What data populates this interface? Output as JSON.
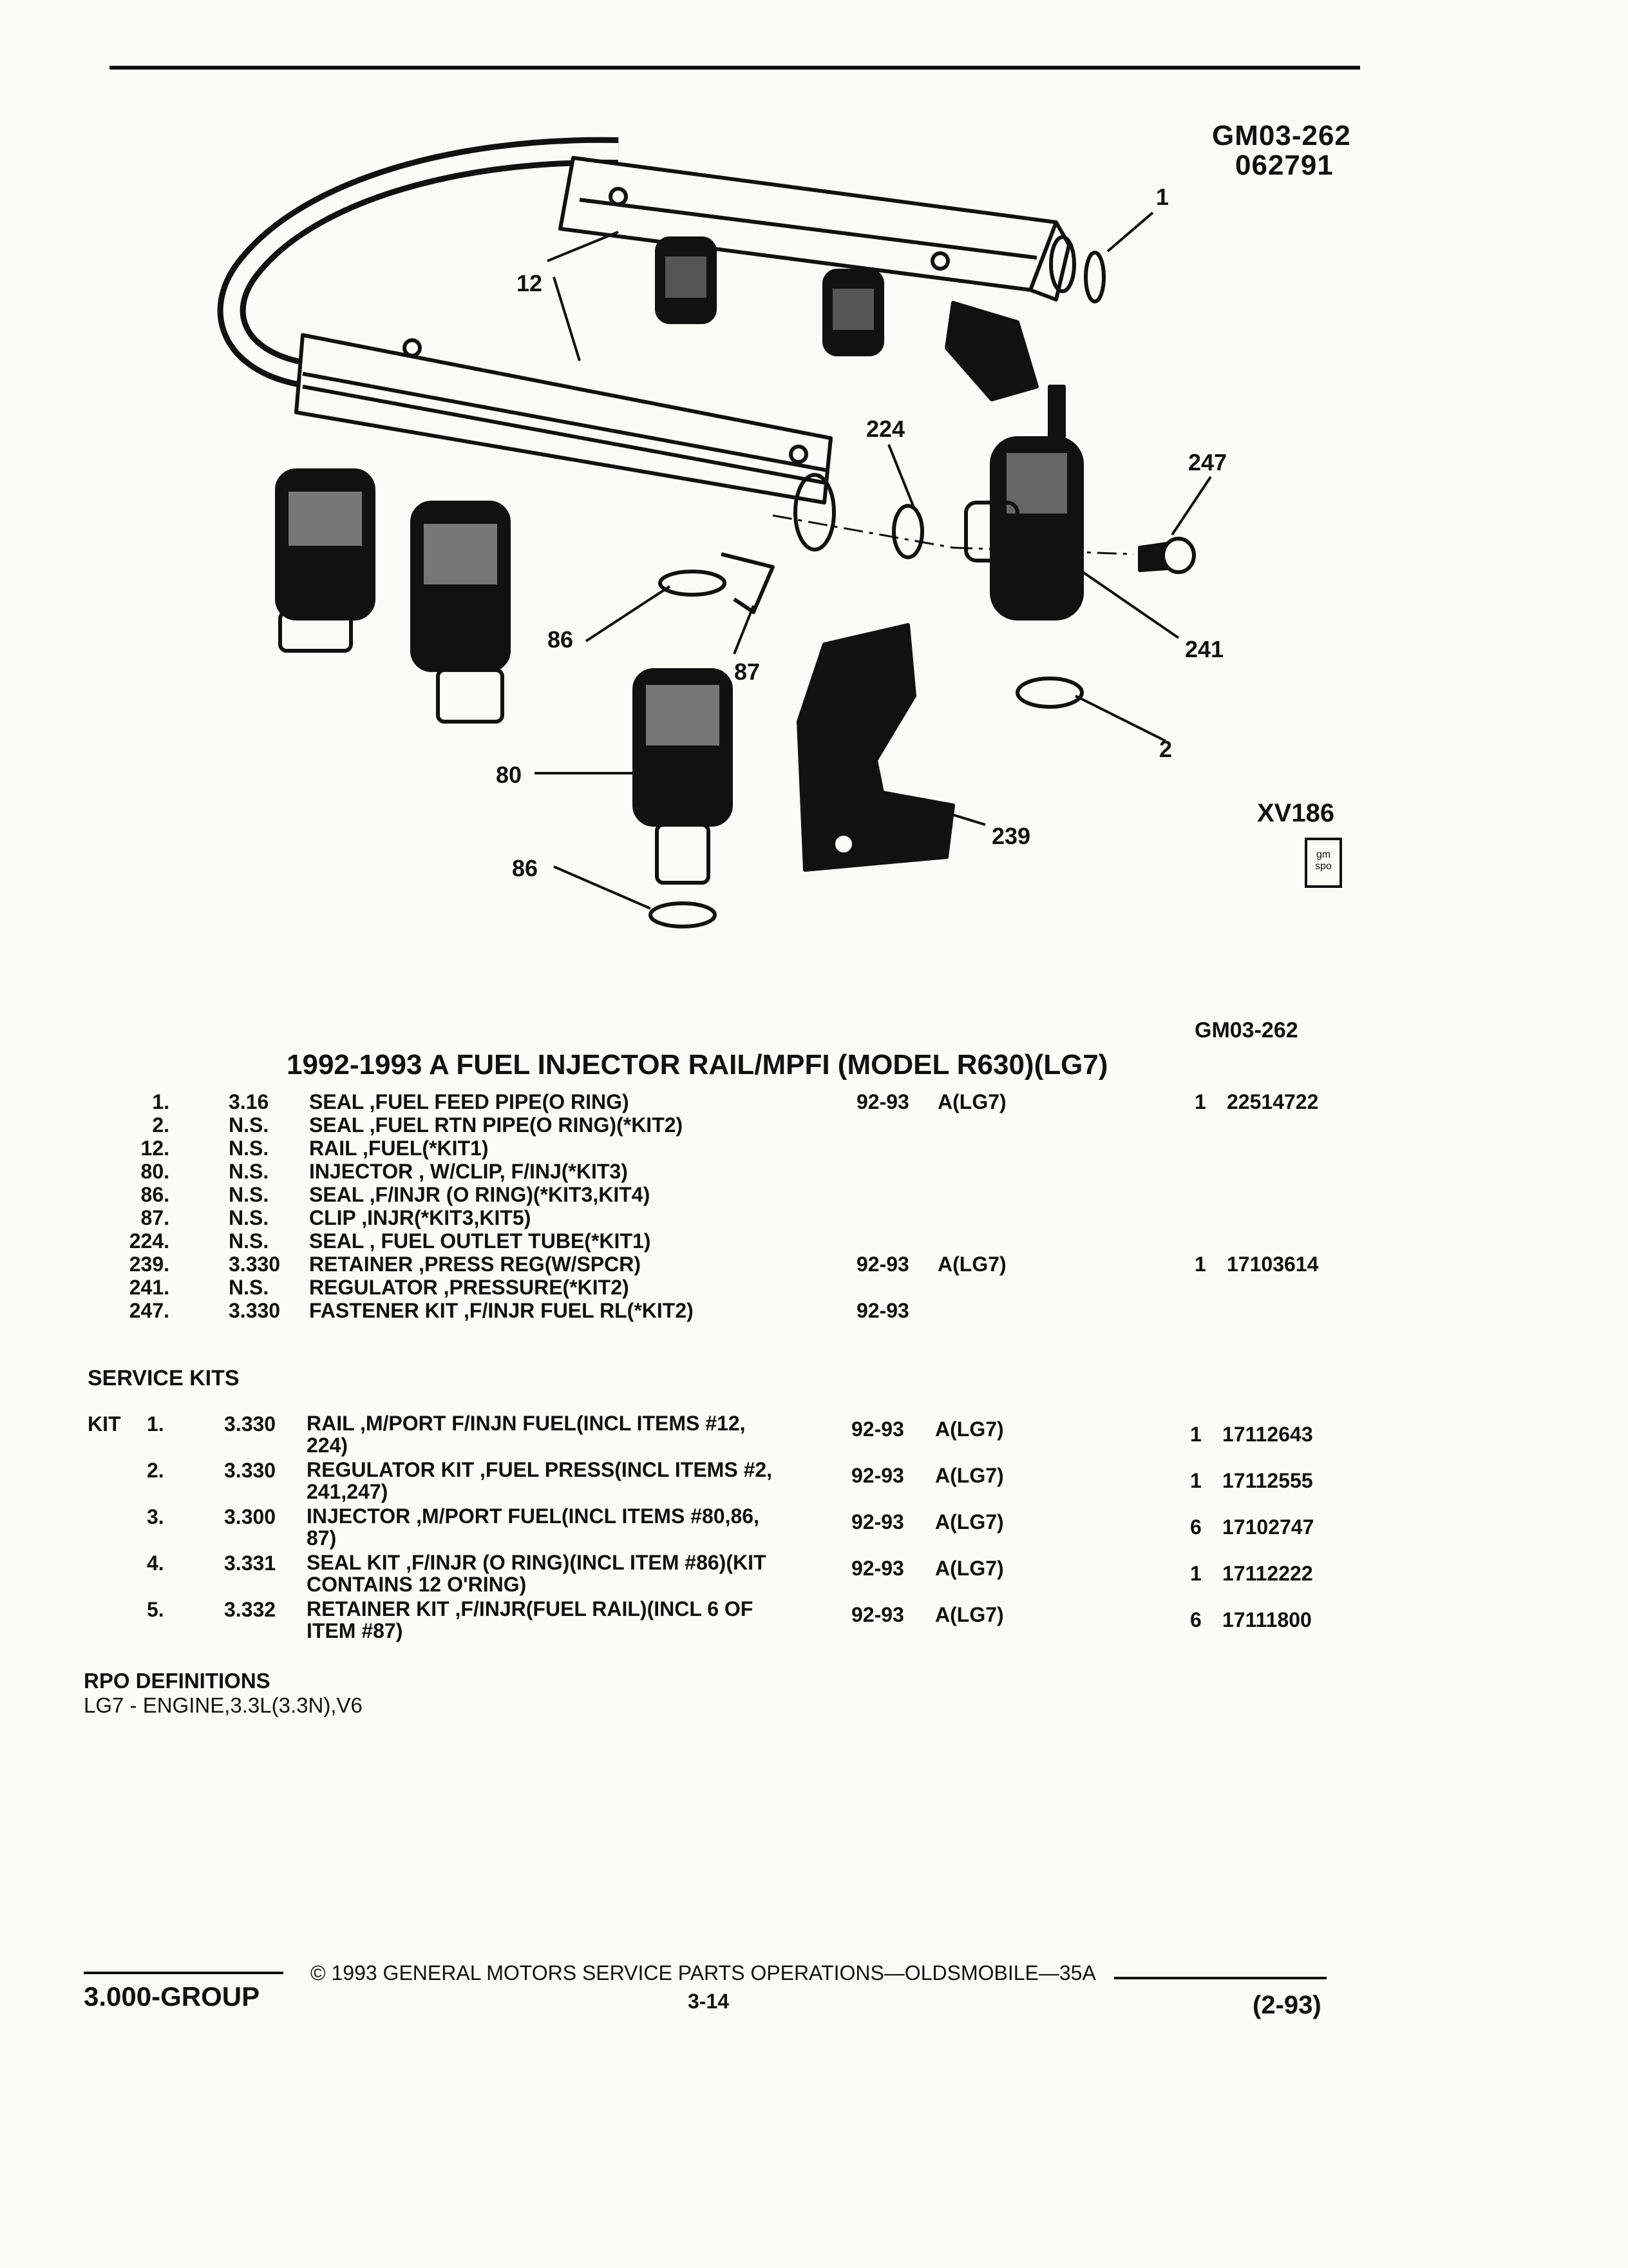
{
  "header": {
    "code": "GM03-262",
    "date_code": "062791"
  },
  "diagram": {
    "callouts": [
      "1",
      "12",
      "224",
      "247",
      "241",
      "2",
      "86",
      "87",
      "80",
      "239",
      "86"
    ],
    "view_code": "XV186",
    "badge_text": "gm spo"
  },
  "section": {
    "ref_code": "GM03-262",
    "title": "1992-1993 A FUEL INJECTOR RAIL/MPFI (MODEL R630)(LG7)"
  },
  "parts": [
    {
      "item": "1.",
      "group": "3.16",
      "desc": "SEAL ,FUEL FEED PIPE(O RING)",
      "years": "92-93",
      "applic": "A(LG7)",
      "qty": "1",
      "part": "22514722"
    },
    {
      "item": "2.",
      "group": "N.S.",
      "desc": "SEAL ,FUEL RTN PIPE(O RING)(*KIT2)",
      "years": "",
      "applic": "",
      "qty": "",
      "part": ""
    },
    {
      "item": "12.",
      "group": "N.S.",
      "desc": "RAIL ,FUEL(*KIT1)",
      "years": "",
      "applic": "",
      "qty": "",
      "part": ""
    },
    {
      "item": "80.",
      "group": "N.S.",
      "desc": "INJECTOR , W/CLIP, F/INJ(*KIT3)",
      "years": "",
      "applic": "",
      "qty": "",
      "part": ""
    },
    {
      "item": "86.",
      "group": "N.S.",
      "desc": "SEAL ,F/INJR (O RING)(*KIT3,KIT4)",
      "years": "",
      "applic": "",
      "qty": "",
      "part": ""
    },
    {
      "item": "87.",
      "group": "N.S.",
      "desc": "CLIP ,INJR(*KIT3,KIT5)",
      "years": "",
      "applic": "",
      "qty": "",
      "part": ""
    },
    {
      "item": "224.",
      "group": "N.S.",
      "desc": "SEAL , FUEL OUTLET TUBE(*KIT1)",
      "years": "",
      "applic": "",
      "qty": "",
      "part": ""
    },
    {
      "item": "239.",
      "group": "3.330",
      "desc": "RETAINER ,PRESS REG(W/SPCR)",
      "years": "92-93",
      "applic": "A(LG7)",
      "qty": "1",
      "part": "17103614"
    },
    {
      "item": "241.",
      "group": "N.S.",
      "desc": "REGULATOR ,PRESSURE(*KIT2)",
      "years": "",
      "applic": "",
      "qty": "",
      "part": ""
    },
    {
      "item": "247.",
      "group": "3.330",
      "desc": "FASTENER KIT ,F/INJR FUEL RL(*KIT2)",
      "years": "92-93",
      "applic": "",
      "qty": "",
      "part": ""
    }
  ],
  "service_kits": {
    "heading": "SERVICE KITS",
    "label": "KIT",
    "kits": [
      {
        "num": "1.",
        "group": "3.330",
        "desc1": "RAIL ,M/PORT F/INJN FUEL(INCL ITEMS #12,",
        "desc2": "224)",
        "years": "92-93",
        "applic": "A(LG7)",
        "qty": "1",
        "part": "17112643"
      },
      {
        "num": "2.",
        "group": "3.330",
        "desc1": "REGULATOR KIT ,FUEL PRESS(INCL ITEMS #2,",
        "desc2": "241,247)",
        "years": "92-93",
        "applic": "A(LG7)",
        "qty": "1",
        "part": "17112555"
      },
      {
        "num": "3.",
        "group": "3.300",
        "desc1": "INJECTOR ,M/PORT FUEL(INCL ITEMS #80,86,",
        "desc2": "87)",
        "years": "92-93",
        "applic": "A(LG7)",
        "qty": "6",
        "part": "17102747"
      },
      {
        "num": "4.",
        "group": "3.331",
        "desc1": "SEAL KIT ,F/INJR (O RING)(INCL ITEM #86)(KIT",
        "desc2": "CONTAINS 12 O'RING)",
        "years": "92-93",
        "applic": "A(LG7)",
        "qty": "1",
        "part": "17112222"
      },
      {
        "num": "5.",
        "group": "3.332",
        "desc1": "RETAINER KIT ,F/INJR(FUEL RAIL)(INCL 6 OF",
        "desc2": "ITEM #87)",
        "years": "92-93",
        "applic": "A(LG7)",
        "qty": "6",
        "part": "17111800"
      }
    ]
  },
  "rpo": {
    "heading": "RPO DEFINITIONS",
    "definition": "LG7 - ENGINE,3.3L(3.3N),V6"
  },
  "footer": {
    "group": "3.000-GROUP",
    "copyright": "© 1993 GENERAL MOTORS SERVICE PARTS OPERATIONS—OLDSMOBILE—35A",
    "page": "3-14",
    "revision": "(2-93)"
  }
}
